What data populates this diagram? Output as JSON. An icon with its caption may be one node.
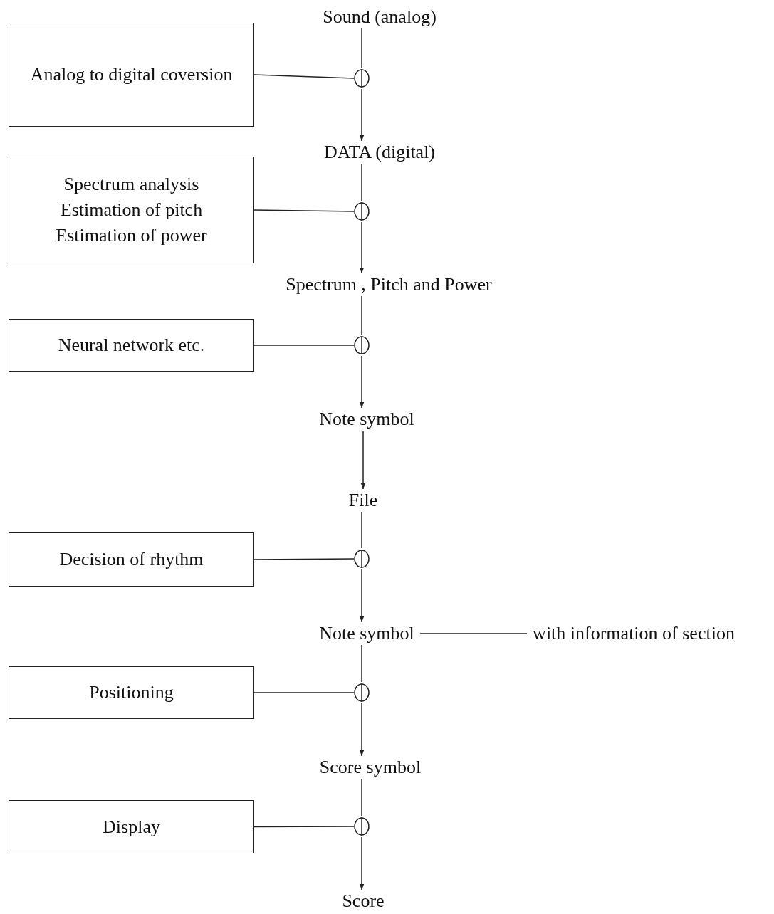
{
  "diagram": {
    "nodes": [
      {
        "text": [
          "Sound (analog)"
        ]
      },
      {
        "text": [
          "Analog to digital coversion"
        ]
      },
      {
        "text": [],
        "shape": "circle"
      },
      {
        "text": [
          "DATA (digital)"
        ]
      },
      {
        "text": [
          "Spectrum analysis",
          "Estimation of pitch",
          "Estimation of power"
        ]
      },
      {
        "text": [],
        "shape": "circle"
      },
      {
        "text": [
          "Spectrum , Pitch and Power"
        ]
      },
      {
        "text": [
          "Neural network etc."
        ]
      },
      {
        "text": [],
        "shape": "circle"
      },
      {
        "text": [
          "Note symbol"
        ]
      },
      {
        "text": [
          "File"
        ]
      },
      {
        "text": [
          "Decision of rhythm"
        ]
      },
      {
        "text": [],
        "shape": "circle"
      },
      {
        "text": [
          "Note symbol"
        ]
      },
      {
        "text": [
          "with information of section"
        ]
      },
      {
        "text": [
          "Positioning"
        ]
      },
      {
        "text": [],
        "shape": "circle"
      },
      {
        "text": [
          "Score symbol"
        ]
      },
      {
        "text": [
          "Display"
        ]
      },
      {
        "text": [],
        "shape": "circle"
      },
      {
        "text": [
          "Score"
        ]
      }
    ],
    "edges": [
      {
        "from": 0,
        "to": 2,
        "arrow": "none"
      },
      {
        "from": 2,
        "to": 3,
        "arrow": "to"
      },
      {
        "from": 1,
        "to": 2,
        "arrow": "none"
      },
      {
        "from": 3,
        "to": 5,
        "arrow": "none"
      },
      {
        "from": 5,
        "to": 6,
        "arrow": "to"
      },
      {
        "from": 4,
        "to": 5,
        "arrow": "none"
      },
      {
        "from": 6,
        "to": 8,
        "arrow": "none"
      },
      {
        "from": 8,
        "to": 9,
        "arrow": "to"
      },
      {
        "from": 7,
        "to": 8,
        "arrow": "none"
      },
      {
        "from": 9,
        "to": 10,
        "arrow": "to"
      },
      {
        "from": 10,
        "to": 12,
        "arrow": "none"
      },
      {
        "from": 12,
        "to": 13,
        "arrow": "to"
      },
      {
        "from": 11,
        "to": 12,
        "arrow": "none"
      },
      {
        "from": 13,
        "to": 14,
        "arrow": "none"
      },
      {
        "from": 13,
        "to": 16,
        "arrow": "none"
      },
      {
        "from": 16,
        "to": 17,
        "arrow": "to"
      },
      {
        "from": 15,
        "to": 16,
        "arrow": "none"
      },
      {
        "from": 17,
        "to": 19,
        "arrow": "none"
      },
      {
        "from": 19,
        "to": 20,
        "arrow": "to"
      },
      {
        "from": 18,
        "to": 19,
        "arrow": "none"
      }
    ]
  }
}
